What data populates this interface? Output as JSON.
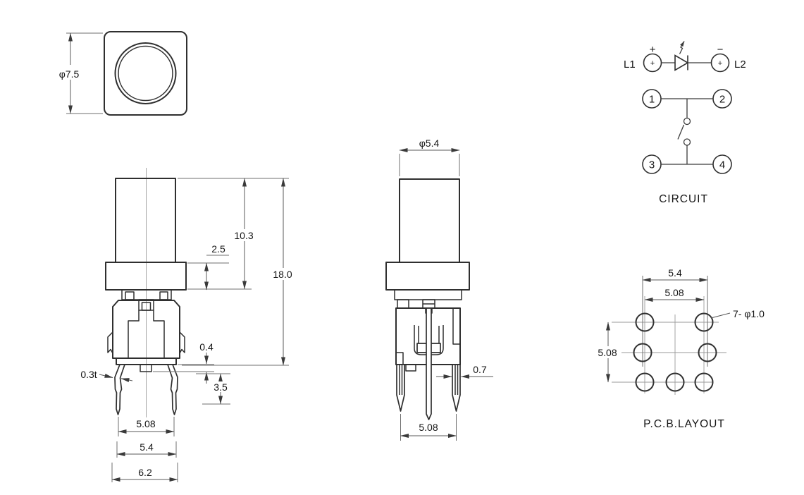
{
  "top_view": {
    "dim_diameter": "φ7.5"
  },
  "front_view": {
    "dim_plunger_to_base": "10.3",
    "dim_cap_height": "2.5",
    "dim_total_height": "18.0",
    "dim_nub_height": "0.4",
    "dim_material_thickness": "0.3t",
    "dim_leg_length": "3.5",
    "dim_pin_pitch": "5.08",
    "dim_inner_width": "5.4",
    "dim_body_width": "6.2"
  },
  "side_view": {
    "dim_plunger_diameter": "φ5.4",
    "dim_pin_width": "0.7",
    "dim_pin_pitch": "5.08"
  },
  "circuit": {
    "title": "CIRCUIT",
    "lamp1_label": "L1",
    "lamp2_label": "L2",
    "lamp1_polarity": "+",
    "lamp2_polarity": "−",
    "lamp1_symbol": "+",
    "lamp2_symbol": "+",
    "terminal_1": "1",
    "terminal_2": "2",
    "terminal_3": "3",
    "terminal_4": "4"
  },
  "pcb": {
    "title": "P.C.B.LAYOUT",
    "dim_outer_pitch": "5.4",
    "dim_inner_pitch": "5.08",
    "dim_row_pitch": "5.08",
    "hole_callout": "7- φ1.0"
  }
}
